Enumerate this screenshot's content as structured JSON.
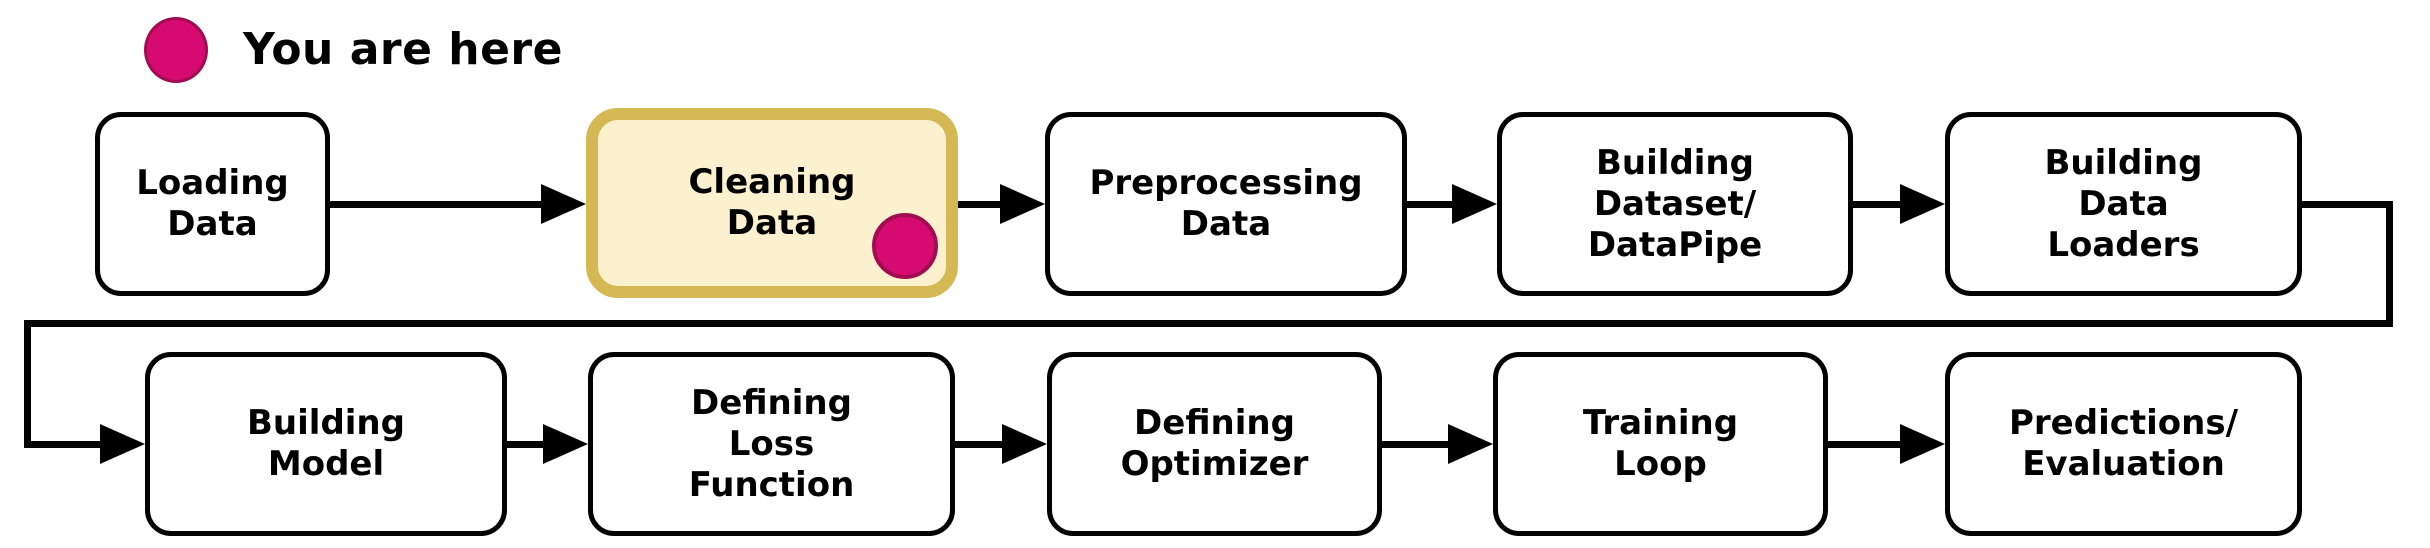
{
  "legend": {
    "label": "You are here",
    "marker_color": "#d60b72",
    "marker_stroke_color": "#a10c50"
  },
  "colors": {
    "line": "#000000",
    "node_background": "#ffffff",
    "highlight_background": "#fbf1cf",
    "highlight_border": "#d4b854",
    "marker_fill": "#d60b72",
    "marker_stroke": "#a10c50"
  },
  "diagram": {
    "type": "flowchart",
    "current_step": "Cleaning Data",
    "nodes": [
      {
        "id": "loading-data",
        "label": "Loading\nData",
        "row": 1,
        "highlighted": false
      },
      {
        "id": "cleaning-data",
        "label": "Cleaning\nData",
        "row": 1,
        "highlighted": true
      },
      {
        "id": "preprocessing-data",
        "label": "Preprocessing\nData",
        "row": 1,
        "highlighted": false
      },
      {
        "id": "building-dataset",
        "label": "Building\nDataset/\nDataPipe",
        "row": 1,
        "highlighted": false
      },
      {
        "id": "building-data-loaders",
        "label": "Building\nData\nLoaders",
        "row": 1,
        "highlighted": false
      },
      {
        "id": "building-model",
        "label": "Building\nModel",
        "row": 2,
        "highlighted": false
      },
      {
        "id": "defining-loss",
        "label": "Defining\nLoss\nFunction",
        "row": 2,
        "highlighted": false
      },
      {
        "id": "defining-optimizer",
        "label": "Defining\nOptimizer",
        "row": 2,
        "highlighted": false
      },
      {
        "id": "training-loop",
        "label": "Training\nLoop",
        "row": 2,
        "highlighted": false
      },
      {
        "id": "predictions-evaluation",
        "label": "Predictions/\nEvaluation",
        "row": 2,
        "highlighted": false
      }
    ],
    "edges": [
      {
        "from": "Loading Data",
        "to": "Cleaning Data"
      },
      {
        "from": "Cleaning Data",
        "to": "Preprocessing Data"
      },
      {
        "from": "Preprocessing Data",
        "to": "Building Dataset/DataPipe"
      },
      {
        "from": "Building Dataset/DataPipe",
        "to": "Building Data Loaders"
      },
      {
        "from": "Building Data Loaders",
        "to": "Building Model"
      },
      {
        "from": "Building Model",
        "to": "Defining Loss Function"
      },
      {
        "from": "Defining Loss Function",
        "to": "Defining Optimizer"
      },
      {
        "from": "Defining Optimizer",
        "to": "Training Loop"
      },
      {
        "from": "Training Loop",
        "to": "Predictions/Evaluation"
      }
    ]
  }
}
